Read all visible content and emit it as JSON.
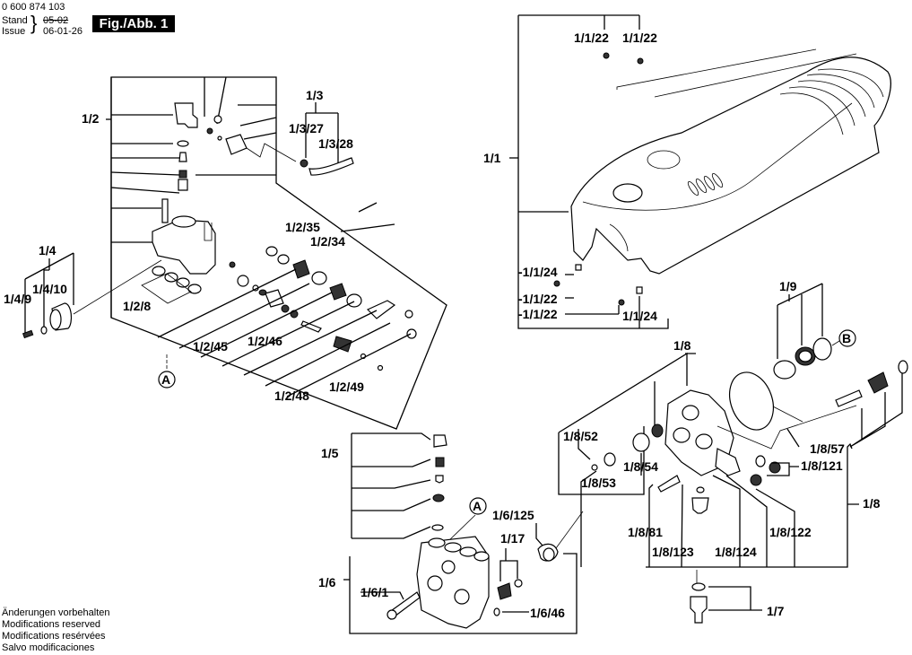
{
  "header": {
    "doc_number": "0 600 874 103",
    "stand_label": "Stand",
    "issue_label": "Issue",
    "old_date": "05-02",
    "new_date": "06-01-26",
    "figure_badge": "Fig./Abb. 1"
  },
  "notes": [
    "Änderungen vorbehalten",
    "Modifications reserved",
    "Modifications resérvées",
    "Salvo modificaciones"
  ],
  "labels": {
    "l_1_1": "1/1",
    "l_1_1_22_a": "1/1/22",
    "l_1_1_22_b": "1/1/22",
    "l_1_1_24_a": "-1/1/24",
    "l_1_1_22_c": "-1/1/22",
    "l_1_1_22_d": "-1/1/22",
    "l_1_1_24_b": "1/1/24",
    "l_1_2": "1/2",
    "l_1_2_8": "1/2/8",
    "l_1_2_34": "1/2/34",
    "l_1_2_35": "1/2/35",
    "l_1_2_45": "1/2/45",
    "l_1_2_46": "1/2/46",
    "l_1_2_48": "1/2/48",
    "l_1_2_49": "1/2/49",
    "l_1_3": "1/3",
    "l_1_3_27": "1/3/27",
    "l_1_3_28": "1/3/28",
    "l_1_4": "1/4",
    "l_1_4_9": "1/4/9",
    "l_1_4_10": "1/4/10",
    "l_1_5": "1/5",
    "l_1_6": "1/6",
    "l_1_6_1": "1/6/1",
    "l_1_6_46": "1/6/46",
    "l_1_6_125": "1/6/125",
    "l_1_7": "1/7",
    "l_1_8_top": "1/8",
    "l_1_8_right": "1/8",
    "l_1_8_52": "1/8/52",
    "l_1_8_53": "1/8/53",
    "l_1_8_54": "1/8/54",
    "l_1_8_57": "1/8/57",
    "l_1_8_81": "1/8/81",
    "l_1_8_121": "1/8/121",
    "l_1_8_122": "1/8/122",
    "l_1_8_123": "1/8/123",
    "l_1_8_124": "1/8/124",
    "l_1_9": "1/9",
    "l_1_17": "1/17"
  },
  "callouts": {
    "a_left": "A",
    "a_mid": "A",
    "b_right": "B"
  }
}
